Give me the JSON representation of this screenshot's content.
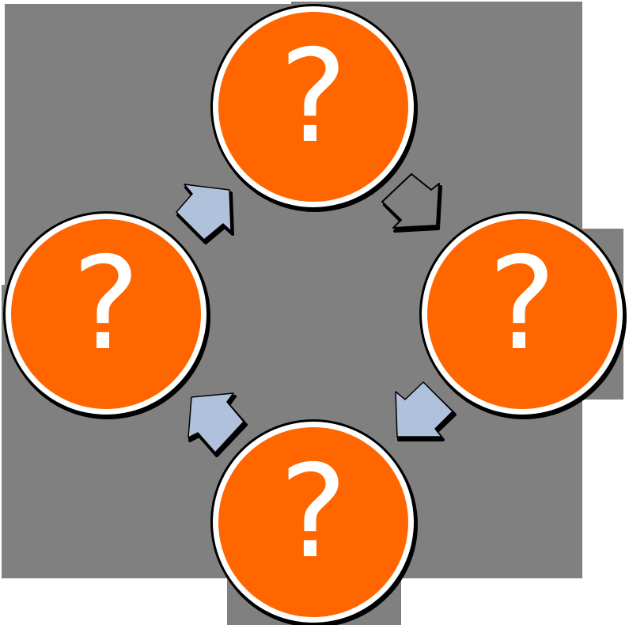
{
  "diagram": {
    "type": "cycle",
    "colors": {
      "background": "#808080",
      "node_fill": "#FF6600",
      "node_ring": "#FFFFFF",
      "node_outline": "#000000",
      "arrow_blue": "#B0C1DC",
      "arrow_gray": "#808080",
      "text": "#FFFFFF"
    },
    "nodes": [
      {
        "id": "top",
        "label": "?"
      },
      {
        "id": "right",
        "label": "?"
      },
      {
        "id": "bottom",
        "label": "?"
      },
      {
        "id": "left",
        "label": "?"
      }
    ],
    "arrows": [
      {
        "from": "top",
        "to": "right",
        "direction": "south-east",
        "style": "gray"
      },
      {
        "from": "right",
        "to": "bottom",
        "direction": "south-west",
        "style": "blue"
      },
      {
        "from": "bottom",
        "to": "left",
        "direction": "north-west",
        "style": "blue"
      },
      {
        "from": "left",
        "to": "top",
        "direction": "north-east",
        "style": "blue"
      }
    ]
  }
}
